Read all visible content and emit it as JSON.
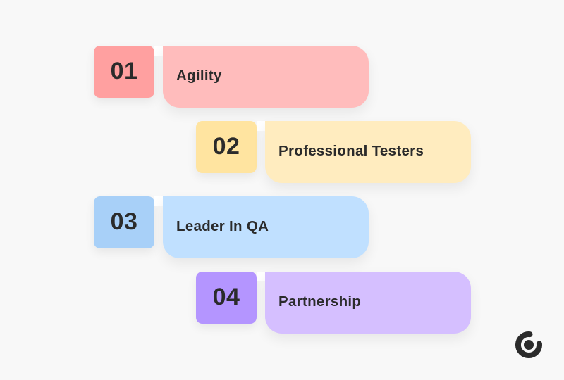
{
  "steps": [
    {
      "number": "01",
      "label": "Agility",
      "number_color": "#ffa0a0",
      "label_color": "#ffbcbc"
    },
    {
      "number": "02",
      "label": "Professional Testers",
      "number_color": "#ffe4a0",
      "label_color": "#ffecbf"
    },
    {
      "number": "03",
      "label": "Leader In QA",
      "number_color": "#a8d0f8",
      "label_color": "#c0e0ff"
    },
    {
      "number": "04",
      "label": "Partnership",
      "number_color": "#b495ff",
      "label_color": "#d5bfff"
    }
  ],
  "logo": {
    "icon": "ring-dot-logo-icon",
    "color": "#2b2b2b"
  },
  "colors": {
    "background": "#f8f8f8",
    "text": "#2b2b2b"
  }
}
